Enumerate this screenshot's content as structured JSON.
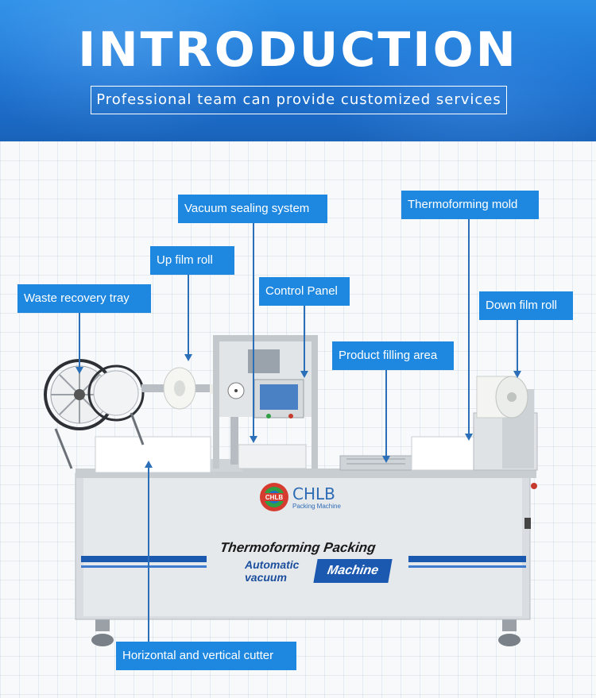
{
  "header": {
    "title": "INTRODUCTION",
    "subtitle": "Professional team can provide customized services"
  },
  "callouts": {
    "vacuum_sealing": "Vacuum sealing system",
    "thermoforming_mold": "Thermoforming mold",
    "up_film_roll": "Up film roll",
    "control_panel": "Control Panel",
    "waste_recovery": "Waste recovery tray",
    "down_film_roll": "Down film roll",
    "product_filling": "Product filling area",
    "cutter": "Horizontal and vertical cutter"
  },
  "machine": {
    "brand": "CHLB",
    "brand_sub": "Packing Machine",
    "logo_badge": "CHLB",
    "panel_title": "Thermoforming Packing",
    "panel_line1": "Automatic",
    "panel_line2": "vacuum",
    "panel_badge": "Machine"
  },
  "colors": {
    "banner": "#1d73d1",
    "callout": "#1e88e0",
    "stripe": "#1b58b0"
  }
}
